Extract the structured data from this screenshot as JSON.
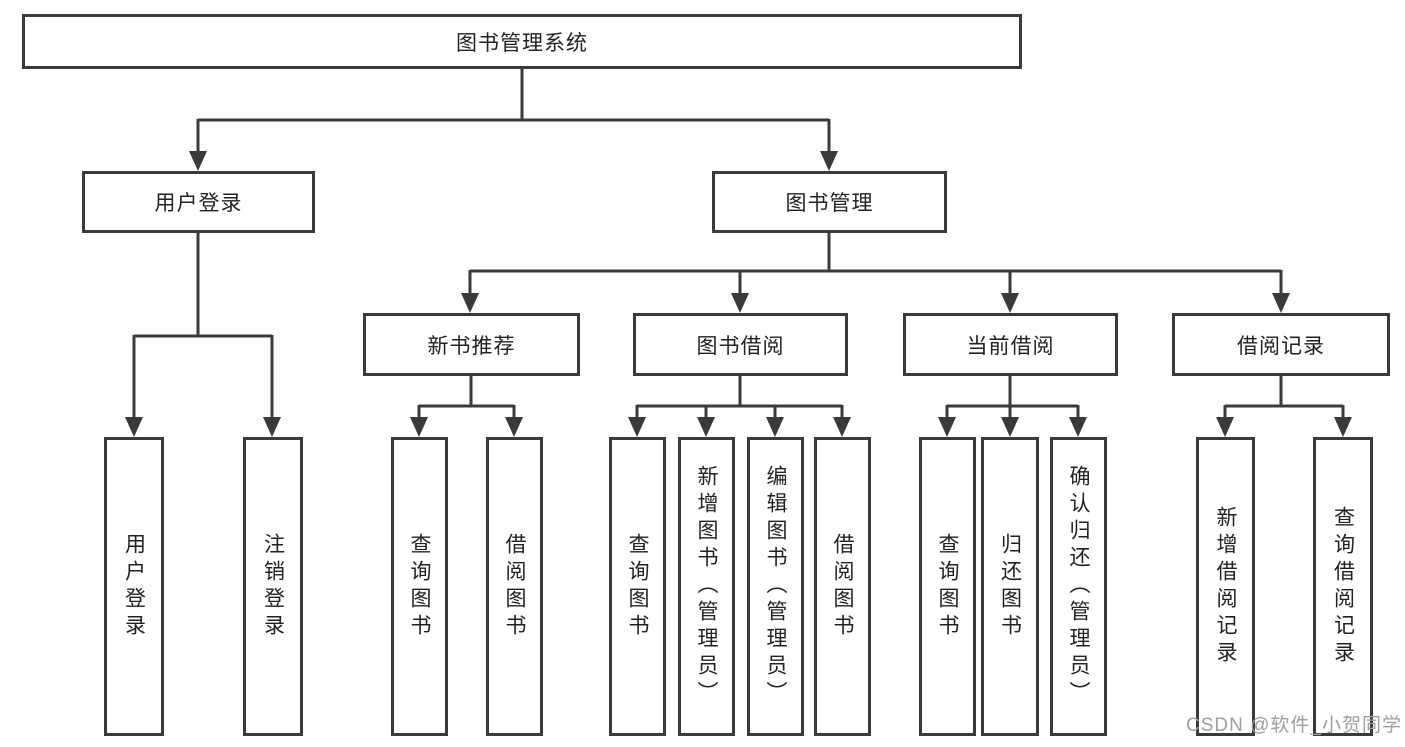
{
  "diagram": {
    "root": {
      "label": "图书管理系统"
    },
    "level2": [
      {
        "label": "用户登录",
        "children": [
          {
            "label": "用户登录"
          },
          {
            "label": "注销登录"
          }
        ]
      },
      {
        "label": "图书管理",
        "children": [
          {
            "label": "新书推荐",
            "children": [
              {
                "label": "查询图书"
              },
              {
                "label": "借阅图书"
              }
            ]
          },
          {
            "label": "图书借阅",
            "children": [
              {
                "label": "查询图书"
              },
              {
                "label": "新增图书（管理员）"
              },
              {
                "label": "编辑图书（管理员）"
              },
              {
                "label": "借阅图书"
              }
            ]
          },
          {
            "label": "当前借阅",
            "children": [
              {
                "label": "查询图书"
              },
              {
                "label": "归还图书"
              },
              {
                "label": "确认归还（管理员）"
              }
            ]
          },
          {
            "label": "借阅记录",
            "children": [
              {
                "label": "新增借阅记录"
              },
              {
                "label": "查询借阅记录"
              }
            ]
          }
        ]
      }
    ]
  },
  "watermark": {
    "text": "CSDN @软件_小贺同学"
  },
  "colors": {
    "line": "#3a3a3a",
    "box_border": "#3a3a3a",
    "box_background": "#ffffff",
    "text": "#222222",
    "watermark": "#9e9ea3"
  }
}
